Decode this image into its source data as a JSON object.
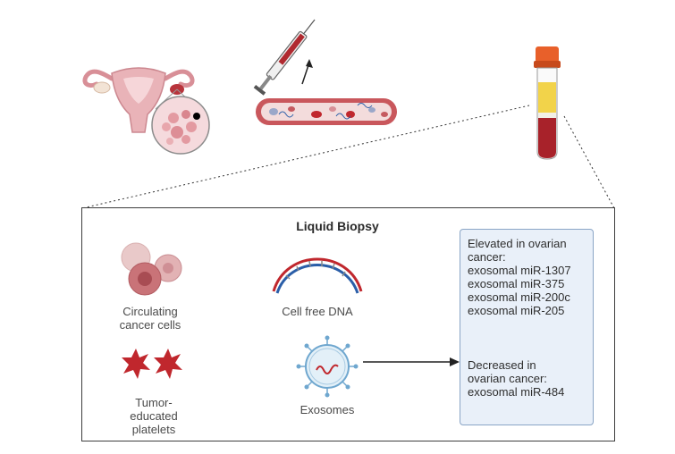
{
  "panel": {
    "title": "Liquid Biopsy",
    "items": {
      "ctc": {
        "label_lines": [
          "Circulating",
          "cancer cells"
        ]
      },
      "cfdna": {
        "label": "Cell free DNA"
      },
      "platelets": {
        "label_lines": [
          "Tumor-",
          "educated",
          "platelets"
        ]
      },
      "exosomes": {
        "label": "Exosomes"
      }
    },
    "infobox": {
      "elevated_lines": [
        "Elevated in ovarian",
        "cancer:",
        "exosomal miR-1307",
        "exosomal miR-375",
        "exosomal miR-200c",
        "exosomal miR-205"
      ],
      "decreased_lines": [
        "Decreased in",
        "ovarian cancer:",
        "exosomal miR-484"
      ]
    }
  },
  "colors": {
    "blood": "#a8222a",
    "uterus_pink": "#e9b3b8",
    "vessel": "#c9575c",
    "tube_cap": "#e8602a",
    "plasma": "#f2d34a",
    "info_bg": "#e9f0f9",
    "info_border": "#8aa5c6",
    "dna_red": "#c0272d",
    "dna_blue": "#2a5ea8"
  }
}
